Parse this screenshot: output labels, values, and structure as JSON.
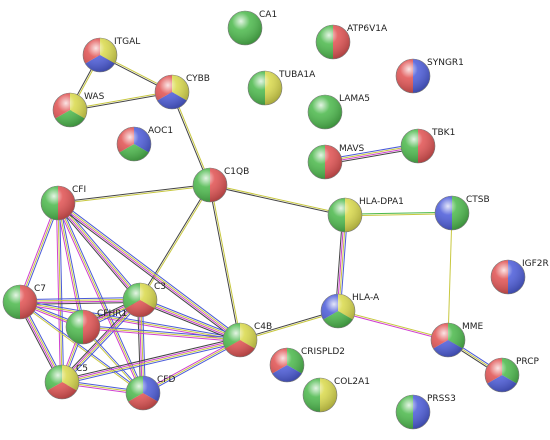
{
  "network": {
    "nodes": [
      {
        "id": "ITGAL",
        "label": "ITGAL",
        "colors": [
          "#d9d94a",
          "#4a5ad9",
          "#e05050"
        ]
      },
      {
        "id": "WAS",
        "label": "WAS",
        "colors": [
          "#d9d94a",
          "#4ab84a",
          "#e05050"
        ]
      },
      {
        "id": "CYBB",
        "label": "CYBB",
        "colors": [
          "#d9d94a",
          "#4a5ad9",
          "#e05050"
        ]
      },
      {
        "id": "AOC1",
        "label": "AOC1",
        "colors": [
          "#4a5ad9",
          "#4ab84a",
          "#e05050"
        ]
      },
      {
        "id": "CA1",
        "label": "CA1",
        "colors": [
          "#4ab84a"
        ]
      },
      {
        "id": "TUBA1A",
        "label": "TUBA1A",
        "colors": [
          "#d9d94a",
          "#4ab84a"
        ]
      },
      {
        "id": "ATP6V1A",
        "label": "ATP6V1A",
        "colors": [
          "#e05050",
          "#4ab84a"
        ]
      },
      {
        "id": "LAMA5",
        "label": "LAMA5",
        "colors": [
          "#4ab84a"
        ]
      },
      {
        "id": "SYNGR1",
        "label": "SYNGR1",
        "colors": [
          "#4a5ad9",
          "#e05050"
        ]
      },
      {
        "id": "MAVS",
        "label": "MAVS",
        "colors": [
          "#e05050",
          "#4ab84a"
        ]
      },
      {
        "id": "TBK1",
        "label": "TBK1",
        "colors": [
          "#e05050",
          "#4ab84a"
        ]
      },
      {
        "id": "C1QB",
        "label": "C1QB",
        "colors": [
          "#e05050",
          "#4ab84a"
        ]
      },
      {
        "id": "CFI",
        "label": "CFI",
        "colors": [
          "#e05050",
          "#4ab84a"
        ]
      },
      {
        "id": "HLA-DPA1",
        "label": "HLA-DPA1",
        "colors": [
          "#d9d94a",
          "#4ab84a"
        ]
      },
      {
        "id": "CTSB",
        "label": "CTSB",
        "colors": [
          "#4ab84a",
          "#4a5ad9"
        ]
      },
      {
        "id": "IGF2R",
        "label": "IGF2R",
        "colors": [
          "#4a5ad9",
          "#e05050"
        ]
      },
      {
        "id": "C7",
        "label": "C7",
        "colors": [
          "#e05050",
          "#4ab84a"
        ]
      },
      {
        "id": "C3",
        "label": "C3",
        "colors": [
          "#d9d94a",
          "#e05050",
          "#4ab84a"
        ]
      },
      {
        "id": "CFHR1",
        "label": "CFHR1",
        "colors": [
          "#e05050",
          "#4ab84a"
        ]
      },
      {
        "id": "HLA-A",
        "label": "HLA-A",
        "colors": [
          "#d9d94a",
          "#4ab84a",
          "#4a5ad9"
        ]
      },
      {
        "id": "C4B",
        "label": "C4B",
        "colors": [
          "#d9d94a",
          "#e05050",
          "#4ab84a"
        ]
      },
      {
        "id": "MME",
        "label": "MME",
        "colors": [
          "#4ab84a",
          "#4a5ad9",
          "#e05050"
        ]
      },
      {
        "id": "PRCP",
        "label": "PRCP",
        "colors": [
          "#4ab84a",
          "#4a5ad9",
          "#e05050"
        ]
      },
      {
        "id": "CRISPLD2",
        "label": "CRISPLD2",
        "colors": [
          "#4ab84a",
          "#4a5ad9",
          "#e05050"
        ]
      },
      {
        "id": "C5",
        "label": "C5",
        "colors": [
          "#d9d94a",
          "#e05050",
          "#4ab84a"
        ]
      },
      {
        "id": "CFD",
        "label": "CFD",
        "colors": [
          "#4a5ad9",
          "#e05050",
          "#4ab84a"
        ]
      },
      {
        "id": "COL2A1",
        "label": "COL2A1",
        "colors": [
          "#d9d94a",
          "#4ab84a"
        ]
      },
      {
        "id": "PRSS3",
        "label": "PRSS3",
        "colors": [
          "#4a5ad9",
          "#4ab84a"
        ]
      }
    ],
    "edges": [
      {
        "source": "ITGAL",
        "target": "WAS",
        "colors": [
          "#c8c840",
          "#444444"
        ]
      },
      {
        "source": "ITGAL",
        "target": "CYBB",
        "colors": [
          "#c8c840",
          "#444444"
        ]
      },
      {
        "source": "WAS",
        "target": "CYBB",
        "colors": [
          "#c8c840",
          "#444444"
        ]
      },
      {
        "source": "CYBB",
        "target": "C1QB",
        "colors": [
          "#c8c840",
          "#444444"
        ]
      },
      {
        "source": "MAVS",
        "target": "TBK1",
        "colors": [
          "#4a5ad9",
          "#c8c840",
          "#d040d0",
          "#444444"
        ]
      },
      {
        "source": "C1QB",
        "target": "CFI",
        "colors": [
          "#c8c840",
          "#444444"
        ]
      },
      {
        "source": "C1QB",
        "target": "C3",
        "colors": [
          "#c8c840",
          "#444444"
        ]
      },
      {
        "source": "C1QB",
        "target": "C4B",
        "colors": [
          "#c8c840",
          "#444444"
        ]
      },
      {
        "source": "C1QB",
        "target": "HLA-DPA1",
        "colors": [
          "#c8c840",
          "#444444"
        ]
      },
      {
        "source": "HLA-DPA1",
        "target": "CTSB",
        "colors": [
          "#4ab84a",
          "#c8c840"
        ]
      },
      {
        "source": "HLA-DPA1",
        "target": "HLA-A",
        "colors": [
          "#4a5ad9",
          "#c8c840",
          "#d040d0",
          "#444444"
        ]
      },
      {
        "source": "CTSB",
        "target": "MME",
        "colors": [
          "#c8c840"
        ]
      },
      {
        "source": "HLA-A",
        "target": "C4B",
        "colors": [
          "#c8c840",
          "#444444"
        ]
      },
      {
        "source": "HLA-A",
        "target": "MME",
        "colors": [
          "#c8c840",
          "#d040d0"
        ]
      },
      {
        "source": "MME",
        "target": "PRCP",
        "colors": [
          "#4a5ad9",
          "#c8c840",
          "#444444"
        ]
      },
      {
        "source": "CFI",
        "target": "C7",
        "colors": [
          "#4a5ad9",
          "#c8c840",
          "#d040d0"
        ]
      },
      {
        "source": "CFI",
        "target": "C3",
        "colors": [
          "#4a5ad9",
          "#c8c840",
          "#d040d0",
          "#444444"
        ]
      },
      {
        "source": "CFI",
        "target": "CFHR1",
        "colors": [
          "#4a5ad9",
          "#c8c840",
          "#d040d0"
        ]
      },
      {
        "source": "CFI",
        "target": "C4B",
        "colors": [
          "#4a5ad9",
          "#c8c840",
          "#d040d0",
          "#444444"
        ]
      },
      {
        "source": "CFI",
        "target": "C5",
        "colors": [
          "#4a5ad9",
          "#c8c840",
          "#d040d0"
        ]
      },
      {
        "source": "CFI",
        "target": "CFD",
        "colors": [
          "#4a5ad9",
          "#c8c840",
          "#d040d0"
        ]
      },
      {
        "source": "C7",
        "target": "C3",
        "colors": [
          "#4a5ad9",
          "#c8c840",
          "#d040d0",
          "#444444"
        ]
      },
      {
        "source": "C7",
        "target": "CFHR1",
        "colors": [
          "#4a5ad9",
          "#c8c840",
          "#d040d0"
        ]
      },
      {
        "source": "C7",
        "target": "C5",
        "colors": [
          "#4a5ad9",
          "#c8c840",
          "#d040d0",
          "#444444"
        ]
      },
      {
        "source": "C7",
        "target": "C4B",
        "colors": [
          "#4a5ad9",
          "#c8c840",
          "#d040d0"
        ]
      },
      {
        "source": "C7",
        "target": "CFD",
        "colors": [
          "#4a5ad9",
          "#c8c840"
        ]
      },
      {
        "source": "C3",
        "target": "CFHR1",
        "colors": [
          "#4a5ad9",
          "#c8c840",
          "#d040d0",
          "#444444"
        ]
      },
      {
        "source": "C3",
        "target": "C4B",
        "colors": [
          "#4a5ad9",
          "#c8c840",
          "#d040d0",
          "#444444"
        ]
      },
      {
        "source": "C3",
        "target": "C5",
        "colors": [
          "#4a5ad9",
          "#c8c840",
          "#d040d0",
          "#444444"
        ]
      },
      {
        "source": "C3",
        "target": "CFD",
        "colors": [
          "#4a5ad9",
          "#c8c840",
          "#d040d0",
          "#444444"
        ]
      },
      {
        "source": "CFHR1",
        "target": "C4B",
        "colors": [
          "#4a5ad9",
          "#c8c840",
          "#d040d0"
        ]
      },
      {
        "source": "CFHR1",
        "target": "C5",
        "colors": [
          "#4a5ad9",
          "#c8c840",
          "#d040d0"
        ]
      },
      {
        "source": "CFHR1",
        "target": "CFD",
        "colors": [
          "#4a5ad9",
          "#c8c840"
        ]
      },
      {
        "source": "C4B",
        "target": "C5",
        "colors": [
          "#4a5ad9",
          "#c8c840",
          "#d040d0",
          "#444444"
        ]
      },
      {
        "source": "C4B",
        "target": "CFD",
        "colors": [
          "#4a5ad9",
          "#c8c840",
          "#d040d0"
        ]
      },
      {
        "source": "C5",
        "target": "CFD",
        "colors": [
          "#4a5ad9",
          "#c8c840",
          "#d040d0"
        ]
      }
    ]
  }
}
